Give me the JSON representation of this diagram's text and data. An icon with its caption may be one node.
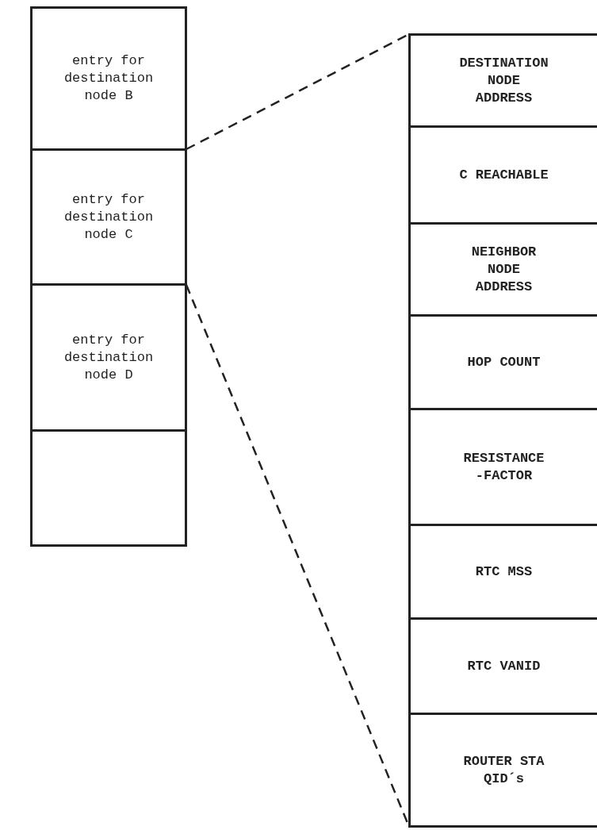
{
  "diagram": {
    "nodes": [
      {
        "text": [
          "entry for destination node B"
        ]
      },
      {
        "text": [
          "entry for destination node C"
        ]
      },
      {
        "text": [
          "entry for destination node D"
        ]
      },
      {
        "text": [],
        "shape": "box"
      },
      {
        "text": [
          "DESTINATION NODE ADDRESS"
        ]
      },
      {
        "text": [
          "C REACHABLE"
        ]
      },
      {
        "text": [
          "NEIGHBOR NODE ADDRESS"
        ]
      },
      {
        "text": [
          "HOP COUNT"
        ]
      },
      {
        "text": [
          "RESISTANCE -FACTOR"
        ]
      },
      {
        "text": [
          "RTC MSS"
        ]
      },
      {
        "text": [
          "RTC VANID"
        ]
      },
      {
        "text": [
          "ROUTER STA QID´s"
        ]
      }
    ],
    "edges": [
      {
        "from": 1,
        "to": 4,
        "arrow": "none",
        "style": "dashed"
      },
      {
        "from": 1,
        "to": 11,
        "arrow": "none",
        "style": "dashed"
      }
    ]
  }
}
